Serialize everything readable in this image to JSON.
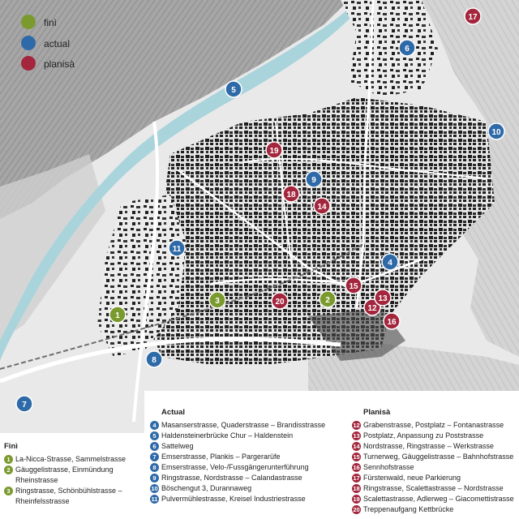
{
  "colors": {
    "fini": "#7a9a2e",
    "actual": "#2f6aa8",
    "planisa": "#a3263d",
    "river": "#a9d4dc",
    "terrain": "#9b9b9b",
    "building": "#1e1e1e"
  },
  "legend": {
    "fini": "finì",
    "actual": "actual",
    "planisa": "planisà"
  },
  "markers": {
    "m1": "1",
    "m2": "2",
    "m3": "3",
    "m4": "4",
    "m5": "5",
    "m6": "6",
    "m7": "7",
    "m8": "8",
    "m9": "9",
    "m10": "10",
    "m11": "11",
    "m12": "12",
    "m13": "13",
    "m14": "14",
    "m15": "15",
    "m16": "16",
    "m17": "17",
    "m18": "18",
    "m19": "19",
    "m20": "20"
  },
  "lists": {
    "fini": {
      "title": "Finì",
      "items": [
        {
          "n": "1",
          "t": "La-Nicca-Strasse, Sammelstrasse"
        },
        {
          "n": "2",
          "t": "Gäuggelistrasse, Einmündung Rheinstrasse"
        },
        {
          "n": "3",
          "t": "Ringstrasse, Schönbühlstrasse – Rheinfelsstrasse"
        }
      ]
    },
    "actual": {
      "title": "Actual",
      "items": [
        {
          "n": "4",
          "t": "Masanserstrasse, Quaderstrasse – Brandisstrasse"
        },
        {
          "n": "5",
          "t": "Haldensteinerbrücke Chur – Haldenstein"
        },
        {
          "n": "6",
          "t": "Sattelweg"
        },
        {
          "n": "7",
          "t": "Emserstrasse, Plankis – Pargerarüfe"
        },
        {
          "n": "8",
          "t": "Emserstrasse, Velo-/Fussgängerunterführung"
        },
        {
          "n": "9",
          "t": "Ringstrasse, Nordstrasse – Calandastrasse"
        },
        {
          "n": "10",
          "t": "Böschengut 3, Durannaweg"
        },
        {
          "n": "11",
          "t": "Pulvermühlestrasse, Kreisel Industriestrasse"
        }
      ]
    },
    "planisa": {
      "title": "Planisà",
      "items": [
        {
          "n": "12",
          "t": "Grabenstrasse, Postplatz – Fontanastrasse"
        },
        {
          "n": "13",
          "t": "Postplatz, Anpassung zu Poststrasse"
        },
        {
          "n": "14",
          "t": "Nordstrasse, Ringstrasse – Werkstrasse"
        },
        {
          "n": "15",
          "t": "Turnerweg, Gäuggelistrasse – Bahnhofstrasse"
        },
        {
          "n": "16",
          "t": "Sennhofstrasse"
        },
        {
          "n": "17",
          "t": "Fürstenwald, neue Parkierung"
        },
        {
          "n": "18",
          "t": "Ringstrasse, Scalettastrasse – Nordstrasse"
        },
        {
          "n": "19",
          "t": "Scalettastrasse, Adlerweg – Giacomettistrasse"
        },
        {
          "n": "20",
          "t": "Treppenaufgang Kettbrücke"
        }
      ]
    }
  }
}
